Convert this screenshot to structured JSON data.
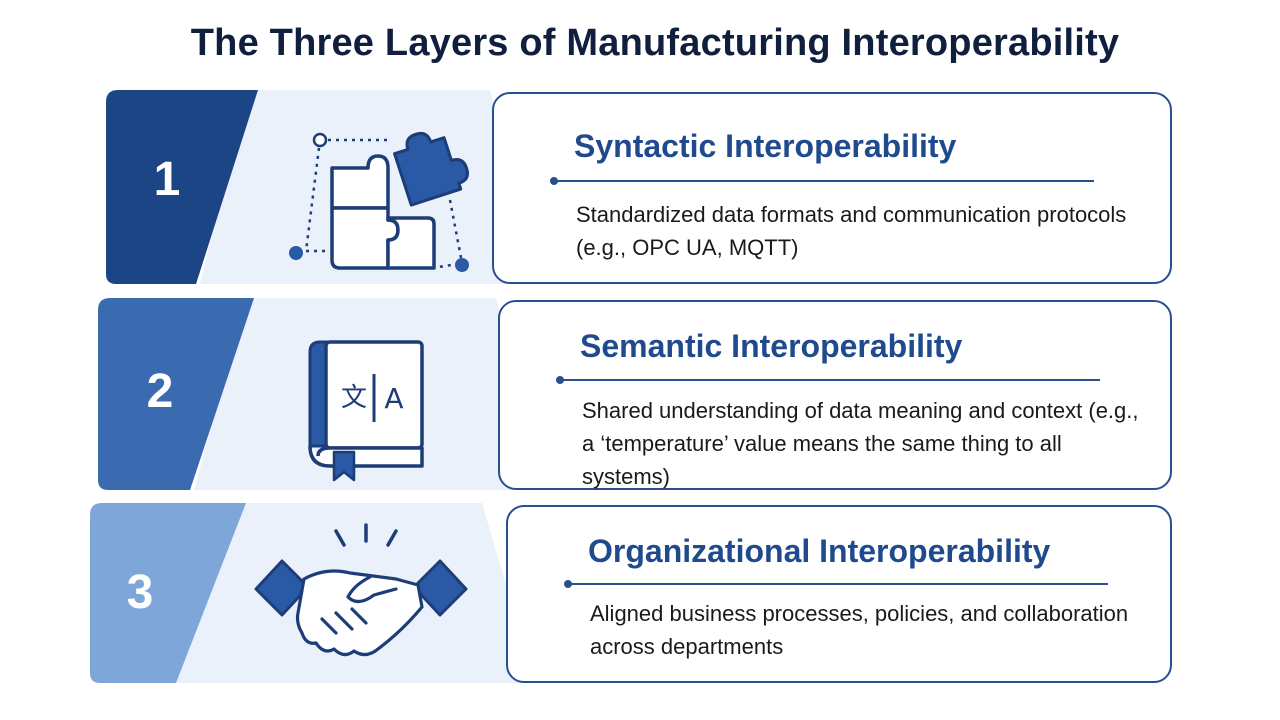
{
  "title": "The Three Layers of Manufacturing Interoperability",
  "colors": {
    "tab_1": "#1c4585",
    "tab_2": "#3a6ab0",
    "tab_3": "#7fa6d8",
    "panel": "#eaf1fa",
    "card_border": "#2a4f8f",
    "heading": "#1f4a8e"
  },
  "layers": [
    {
      "number": "1",
      "icon": "puzzle-icon",
      "title": "Syntactic Interoperability",
      "description": "Standardized data formats and communication protocols (e.g., OPC UA, MQTT)"
    },
    {
      "number": "2",
      "icon": "translation-book-icon",
      "title": "Semantic Interoperability",
      "description": "Shared understanding of data meaning and context (e.g., a ‘temperature’ value means the same thing to all systems)"
    },
    {
      "number": "3",
      "icon": "handshake-icon",
      "title": "Organizational Interoperability",
      "description": "Aligned business processes, policies, and collaboration across departments"
    }
  ]
}
